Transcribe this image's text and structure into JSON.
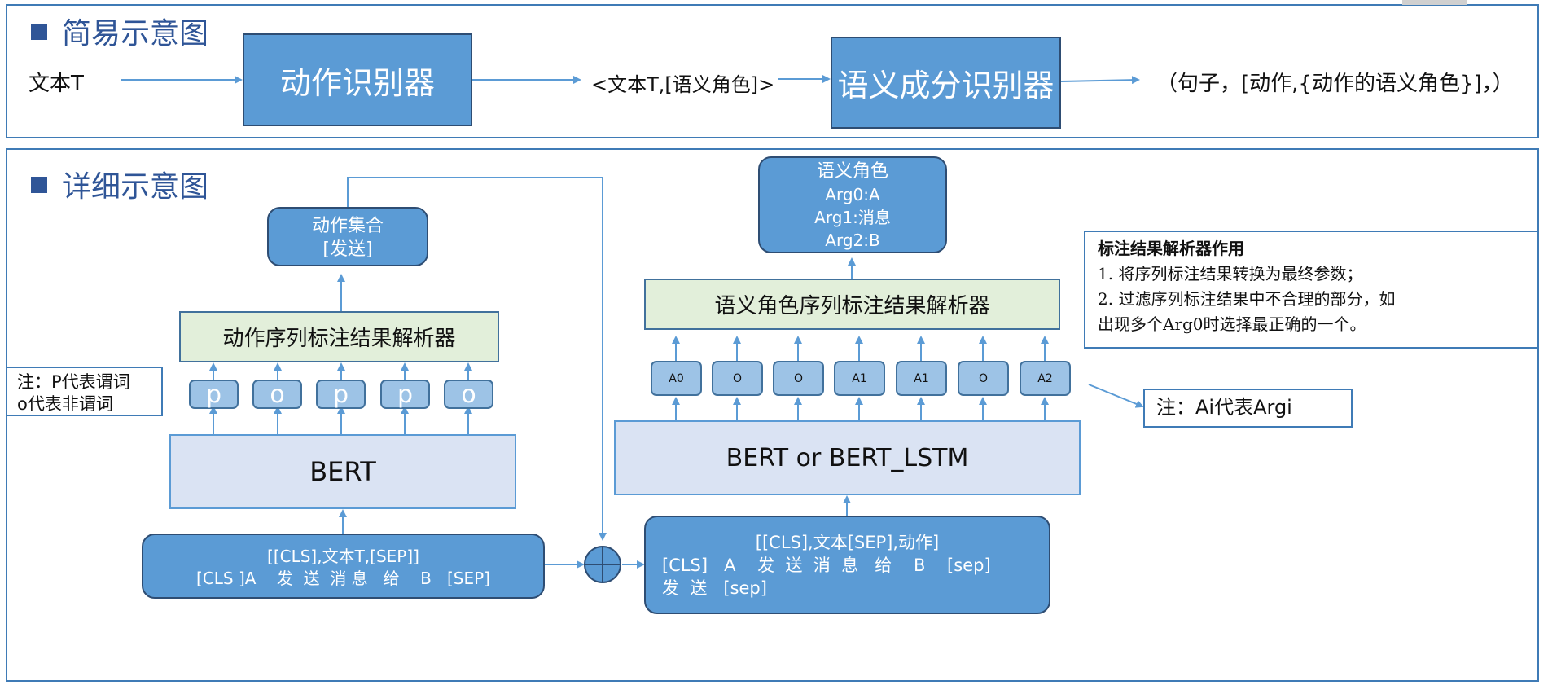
{
  "top_section": {
    "title": "简易示意图",
    "input_text": "文本T",
    "action_recognizer": "动作识别器",
    "middle_text": "<文本T,[语义角色]>",
    "component_recognizer": "语义成分识别器",
    "output_text": "（句子，[动作,{动作的语义角色}]，）"
  },
  "detail_section": {
    "title": "详细示意图",
    "action_set": {
      "line1": "动作集合",
      "line2": "[发送]"
    },
    "action_parser": "动作序列标注结果解析器",
    "left_tokens": [
      "p",
      "o",
      "p",
      "p",
      "o"
    ],
    "bert_left": "BERT",
    "left_input": {
      "line1": "[[CLS],文本T,[SEP]]",
      "line2": "[CLS ]A    发  送  消 息   给    B   [SEP]"
    },
    "note_left": {
      "line1": "注：P代表谓词",
      "line2": "o代表非谓词"
    },
    "semantic_role": {
      "line1": "语义角色",
      "line2": "Arg0:A",
      "line3": "Arg1:消息",
      "line4": "Arg2:B"
    },
    "role_parser": "语义角色序列标注结果解析器",
    "right_tokens": [
      "A0",
      "O",
      "O",
      "A1",
      "A1",
      "O",
      "A2"
    ],
    "bert_right": "BERT or BERT_LSTM",
    "right_input": {
      "line1": "[[CLS],文本[SEP],动作]",
      "line2": "[CLS]   A    发  送  消  息   给    B    [sep]",
      "line3": "发  送   [sep]"
    },
    "note_right": "注：Ai代表Argi",
    "parser_note": {
      "title": "标注结果解析器作用",
      "line1": "1. 将序列标注结果转换为最终参数；",
      "line2": "2. 过滤序列标注结果中不合理的部分，如",
      "line3": "出现多个Arg0时选择最正确的一个。"
    }
  },
  "colors": {
    "box_blue": "#5b9bd5",
    "box_light_blue": "#dae3f3",
    "box_green": "#e2efda",
    "token": "#9dc3e6",
    "title": "#2f5597",
    "border": "#3f7bb6"
  }
}
